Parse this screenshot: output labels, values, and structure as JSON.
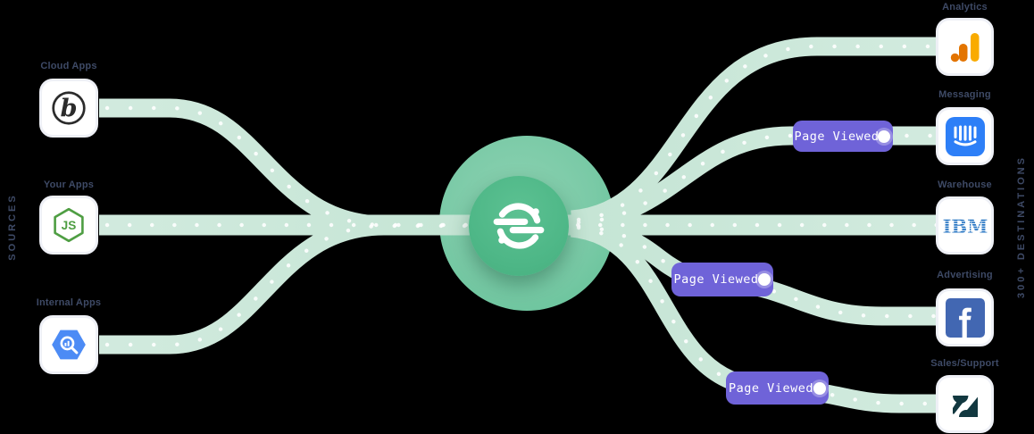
{
  "diagram": {
    "left_heading": "SOURCES",
    "right_heading": "300+ DESTINATIONS",
    "hub": {
      "icon": "segment-logo"
    },
    "sources": [
      {
        "label": "Cloud Apps",
        "icon": "braze-icon"
      },
      {
        "label": "Your Apps",
        "icon": "nodejs-icon"
      },
      {
        "label": "Internal Apps",
        "icon": "bigquery-icon"
      }
    ],
    "destinations": [
      {
        "label": "Analytics",
        "icon": "google-analytics-icon"
      },
      {
        "label": "Messaging",
        "icon": "intercom-icon"
      },
      {
        "label": "Warehouse",
        "icon": "ibm-icon"
      },
      {
        "label": "Advertising",
        "icon": "facebook-icon"
      },
      {
        "label": "Sales/Support",
        "icon": "zendesk-icon"
      }
    ],
    "event_badges": [
      {
        "text": "Page Viewed"
      },
      {
        "text": "Page Viewed"
      },
      {
        "text": "Page Viewed"
      }
    ],
    "colors": {
      "path_green": "#c9e7d7",
      "hub_outer_green": "#74c8a2",
      "hub_inner_green": "#4eb787",
      "badge_purple": "#6f63d8",
      "label_navy": "#3e4a66",
      "card_white": "#ffffff",
      "ga_orange_light": "#f9ab00",
      "ga_orange_dark": "#e37400",
      "intercom_blue": "#2d7ff7",
      "ibm_blue": "#1f70c1",
      "facebook_blue": "#4267b2",
      "zendesk_teal": "#123840",
      "nodejs_green": "#4f9e43",
      "bigquery_blue": "#4c8bf5"
    }
  }
}
